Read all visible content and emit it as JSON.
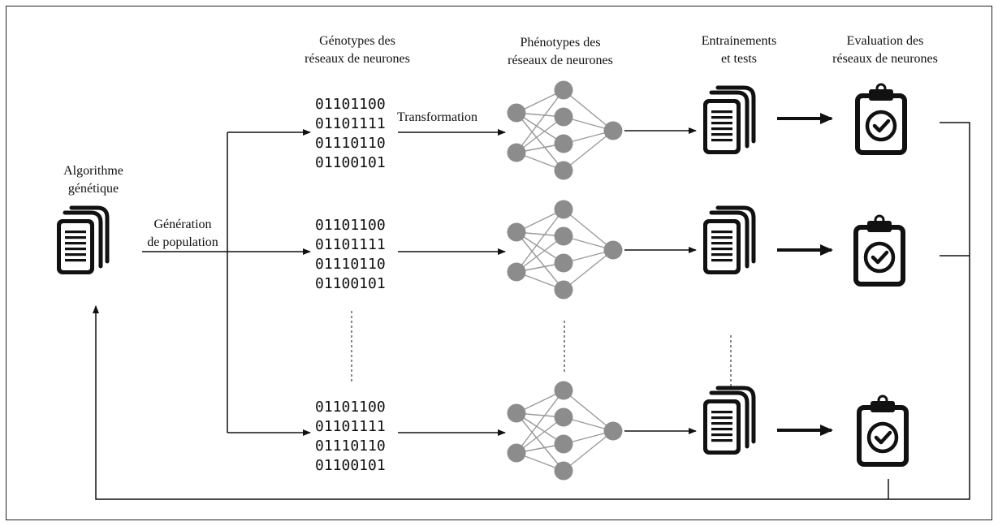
{
  "headers": {
    "genotypes": [
      "Génotypes des",
      "réseaux de neurones"
    ],
    "phenotypes": [
      "Phénotypes des",
      "réseaux de neurones"
    ],
    "training": [
      "Entrainements",
      "et tests"
    ],
    "evaluation": [
      "Evaluation des",
      "réseaux de neurones"
    ]
  },
  "algorithm": {
    "label": [
      "Algorithme",
      "génétique"
    ],
    "icon": "document-stack-icon"
  },
  "edges": {
    "generation": [
      "Génération",
      "de population"
    ],
    "transformation": "Transformation"
  },
  "genotype_rows": [
    [
      "01101100",
      "01101111",
      "01110110",
      "01100101"
    ],
    [
      "01101100",
      "01101111",
      "01110110",
      "01100101"
    ],
    [
      "01101100",
      "01101111",
      "01110110",
      "01100101"
    ]
  ],
  "icons": {
    "document": "document-stack-icon",
    "evaluation": "clipboard-check-icon",
    "network": "neural-network-icon"
  },
  "colors": {
    "neuron": "#8c8c8c",
    "edge": "#9a9a9a",
    "ink": "#111111"
  }
}
